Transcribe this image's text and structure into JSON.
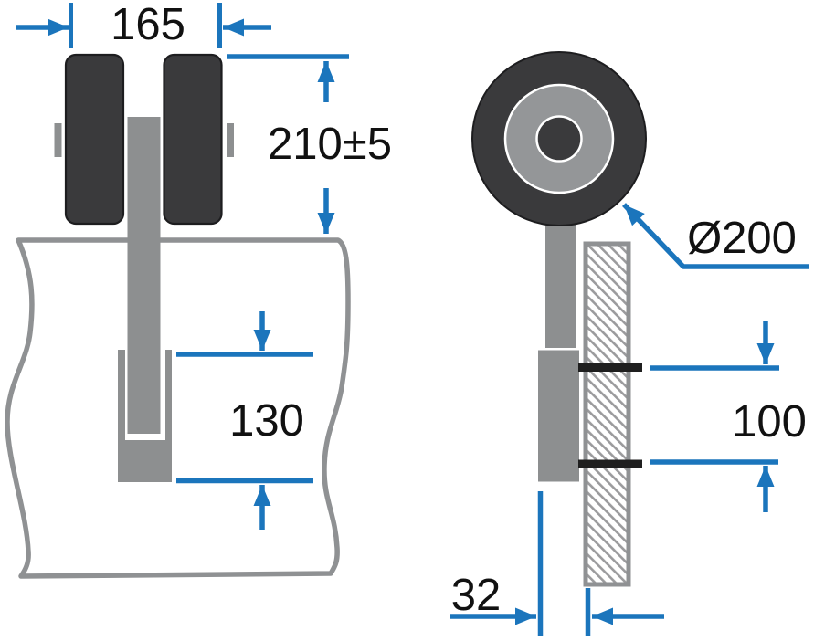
{
  "drawing": {
    "title": "sliding-gate-roller-bracket-dimension-drawing",
    "front_view": {
      "dim_overall_width": "165",
      "dim_height_to_post": "210±5",
      "dim_socket_depth": "130"
    },
    "side_view": {
      "dim_wheel_diameter": "Ø200",
      "dim_clamp_spacing": "100",
      "dim_face_offset": "32"
    },
    "colors": {
      "dimension_blue": "#1b75bc",
      "part_dark_gray": "#3a3a3c",
      "part_medium_gray": "#8d8f90",
      "outline_gray": "#8f9193",
      "rim_light_gray": "#949698",
      "clamp_black": "#1f1f1f",
      "label_black": "#111111",
      "background_white": "#ffffff"
    }
  }
}
